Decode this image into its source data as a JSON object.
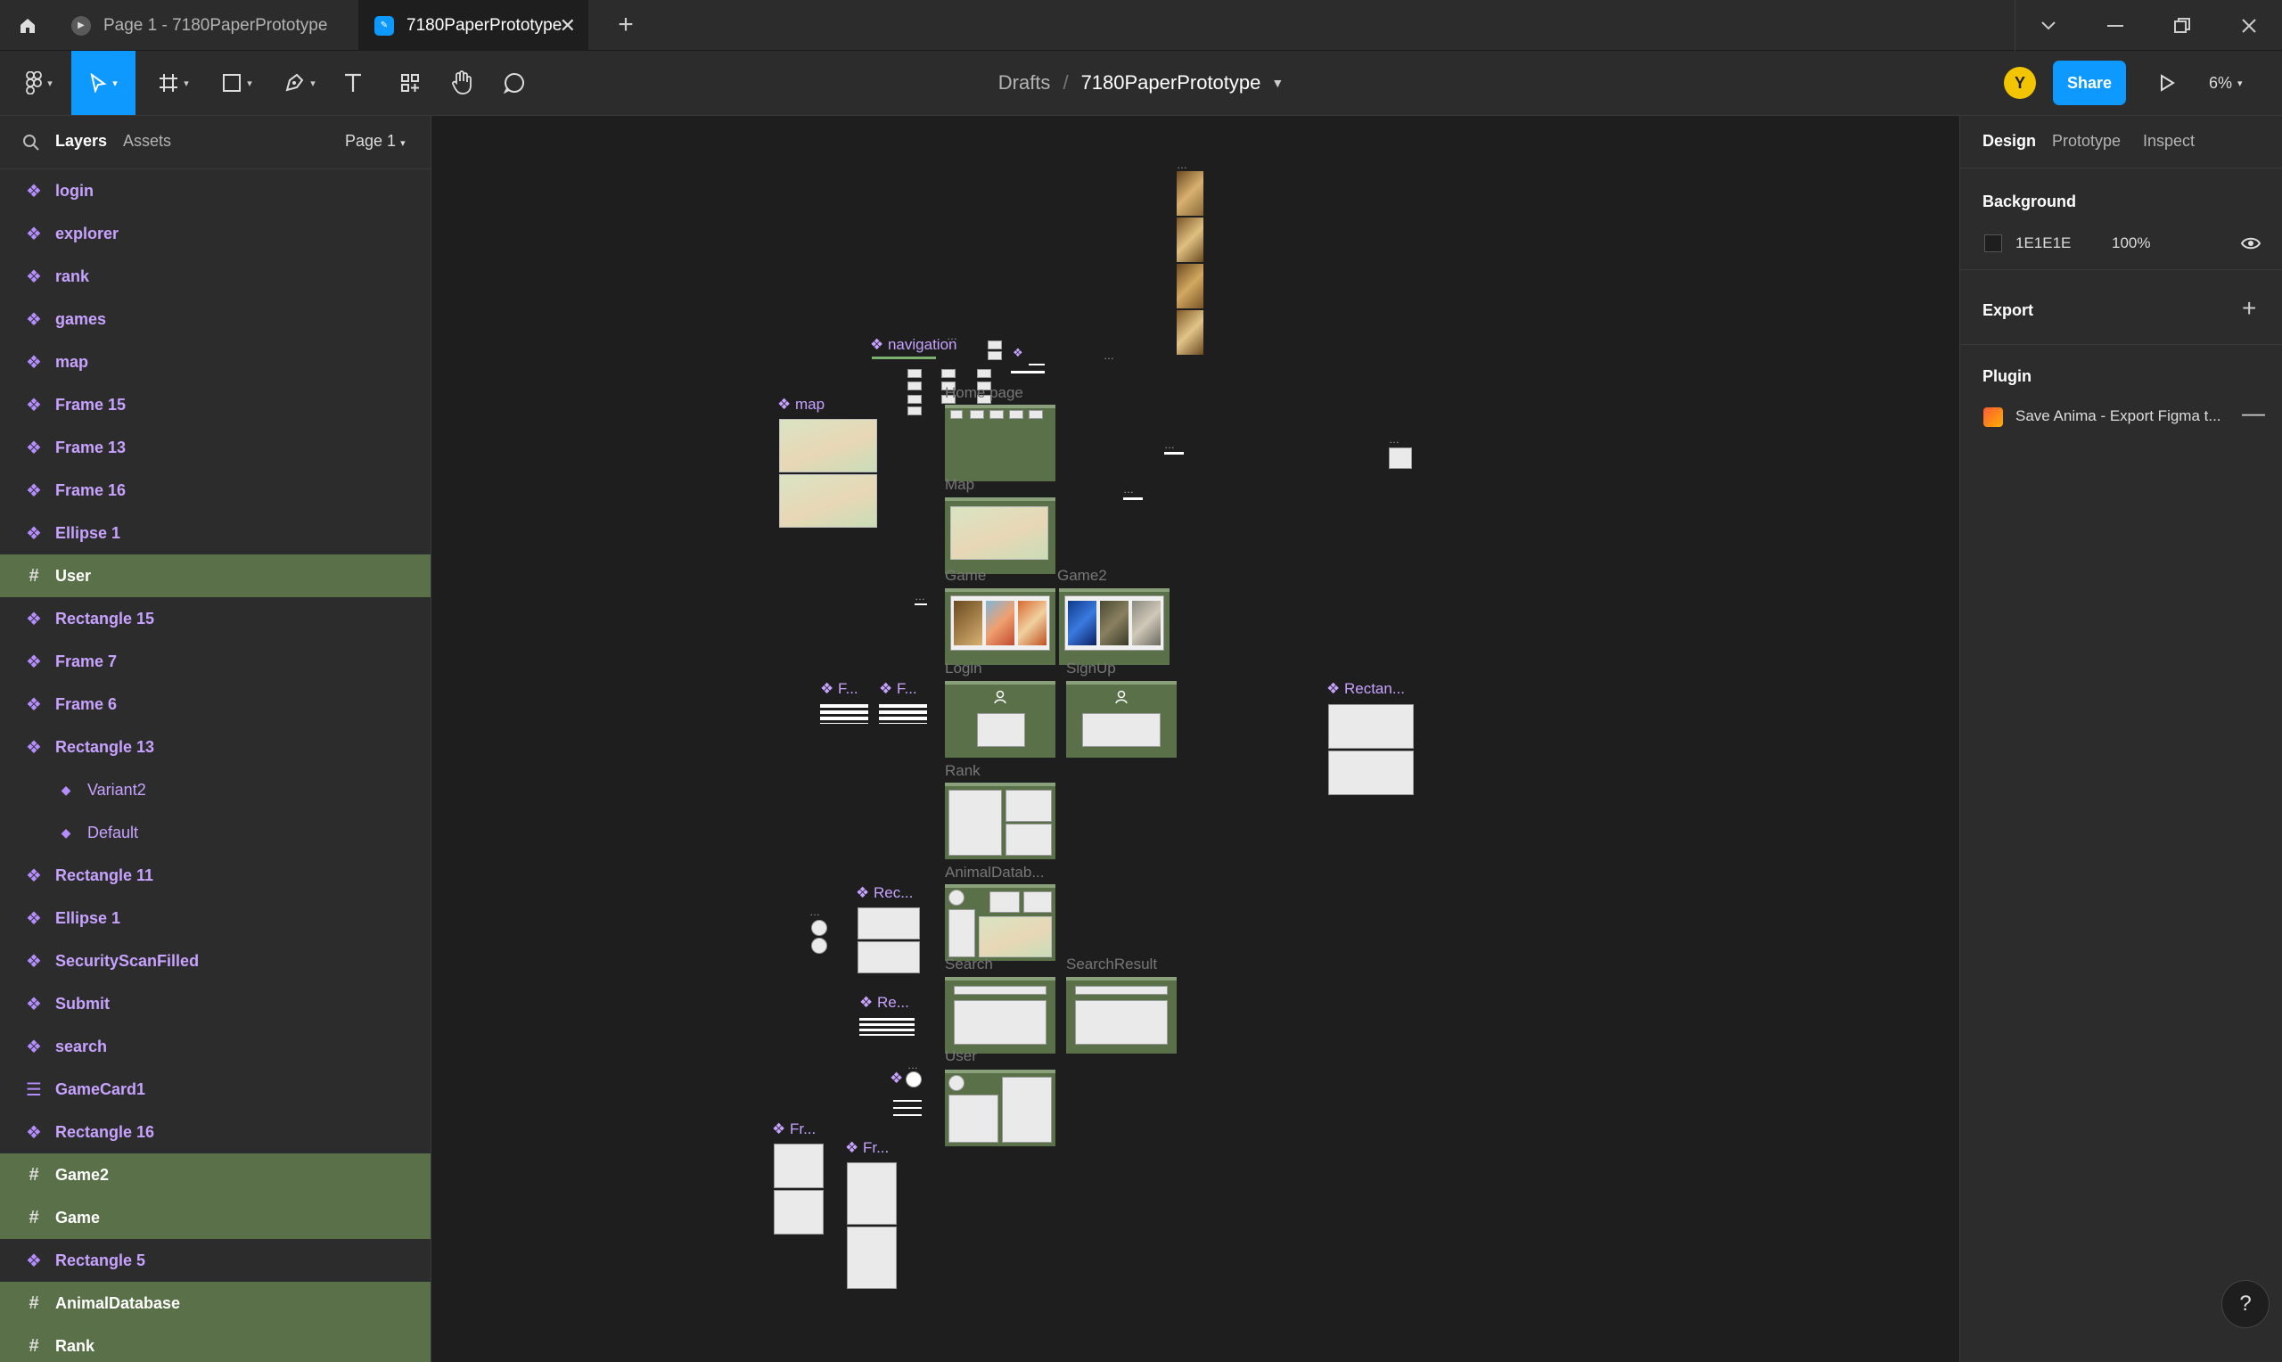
{
  "tabs": [
    {
      "label": "Page 1 - 7180PaperPrototype"
    },
    {
      "label": "7180PaperPrototype"
    }
  ],
  "toolbar": {
    "breadcrumb_root": "Drafts",
    "separator": "/",
    "file_name": "7180PaperPrototype",
    "avatar_initial": "Y",
    "share_label": "Share",
    "zoom": "6%"
  },
  "left_panel": {
    "tab_layers": "Layers",
    "tab_assets": "Assets",
    "page": "Page 1",
    "layers": [
      {
        "name": "login",
        "kind": "component"
      },
      {
        "name": "explorer",
        "kind": "component"
      },
      {
        "name": "rank",
        "kind": "component"
      },
      {
        "name": "games",
        "kind": "component"
      },
      {
        "name": "map",
        "kind": "component"
      },
      {
        "name": "Frame 15",
        "kind": "component"
      },
      {
        "name": "Frame 13",
        "kind": "component"
      },
      {
        "name": "Frame 16",
        "kind": "component"
      },
      {
        "name": "Ellipse 1",
        "kind": "component"
      },
      {
        "name": "User",
        "kind": "frame"
      },
      {
        "name": "Rectangle 15",
        "kind": "component"
      },
      {
        "name": "Frame 7",
        "kind": "component"
      },
      {
        "name": "Frame 6",
        "kind": "component"
      },
      {
        "name": "Rectangle 13",
        "kind": "component"
      },
      {
        "name": "Variant2",
        "kind": "variant"
      },
      {
        "name": "Default",
        "kind": "variant"
      },
      {
        "name": "Rectangle 11",
        "kind": "component"
      },
      {
        "name": "Ellipse 1",
        "kind": "component"
      },
      {
        "name": "SecurityScanFilled",
        "kind": "component"
      },
      {
        "name": "Submit",
        "kind": "component"
      },
      {
        "name": "search",
        "kind": "component"
      },
      {
        "name": "GameCard1",
        "kind": "text"
      },
      {
        "name": "Rectangle 16",
        "kind": "component"
      },
      {
        "name": "Game2",
        "kind": "frame"
      },
      {
        "name": "Game",
        "kind": "frame"
      },
      {
        "name": "Rectangle 5",
        "kind": "component"
      },
      {
        "name": "AnimalDatabase",
        "kind": "frame"
      },
      {
        "name": "Rank",
        "kind": "frame"
      }
    ]
  },
  "right_panel": {
    "tab_design": "Design",
    "tab_prototype": "Prototype",
    "tab_inspect": "Inspect",
    "background_title": "Background",
    "background_hex": "1E1E1E",
    "background_opacity": "100%",
    "export_title": "Export",
    "plugin_title": "Plugin",
    "plugin_name": "Save Anima - Export Figma t..."
  },
  "canvas": {
    "frame_labels": {
      "home": "Home page",
      "map": "Map",
      "game": "Game",
      "game2": "Game2",
      "login": "Login",
      "signup": "SignUp",
      "rank": "Rank",
      "animal_db": "AnimalDatab...",
      "search": "Search",
      "search_result": "SearchResult",
      "user": "User"
    },
    "component_labels": {
      "navigation": "navigation",
      "map": "map",
      "f1": "F...",
      "f2": "F...",
      "rectan": "Rectan...",
      "rec": "Rec...",
      "re": "Re...",
      "fr1": "Fr...",
      "fr2": "Fr..."
    }
  },
  "colors": {
    "accent": "#0d99ff",
    "component": "#c7a2ff",
    "frame_green": "#5a7048",
    "canvas": "#1e1e1e"
  }
}
